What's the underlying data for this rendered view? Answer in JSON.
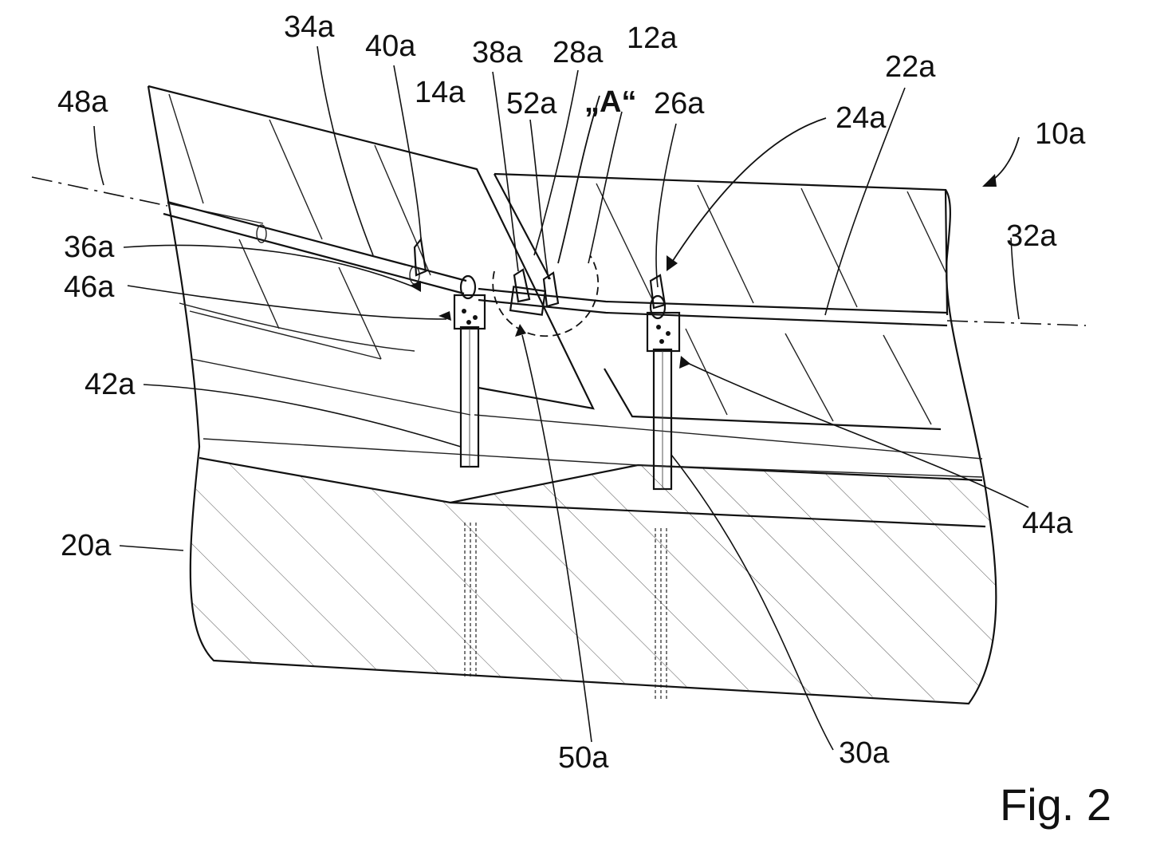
{
  "labels": {
    "l48a": "48a",
    "l34a": "34a",
    "l40a": "40a",
    "l14a": "14a",
    "l38a": "38a",
    "l52a": "52a",
    "l28a": "28a",
    "lA": "„A“",
    "l12a": "12a",
    "l26a": "26a",
    "l22a": "22a",
    "l24a": "24a",
    "l10a": "10a",
    "l32a": "32a",
    "l36a": "36a",
    "l46a": "46a",
    "l42a": "42a",
    "l20a": "20a",
    "l44a": "44a",
    "l50a": "50a",
    "l30a": "30a"
  },
  "figure_caption": "Fig. 2"
}
